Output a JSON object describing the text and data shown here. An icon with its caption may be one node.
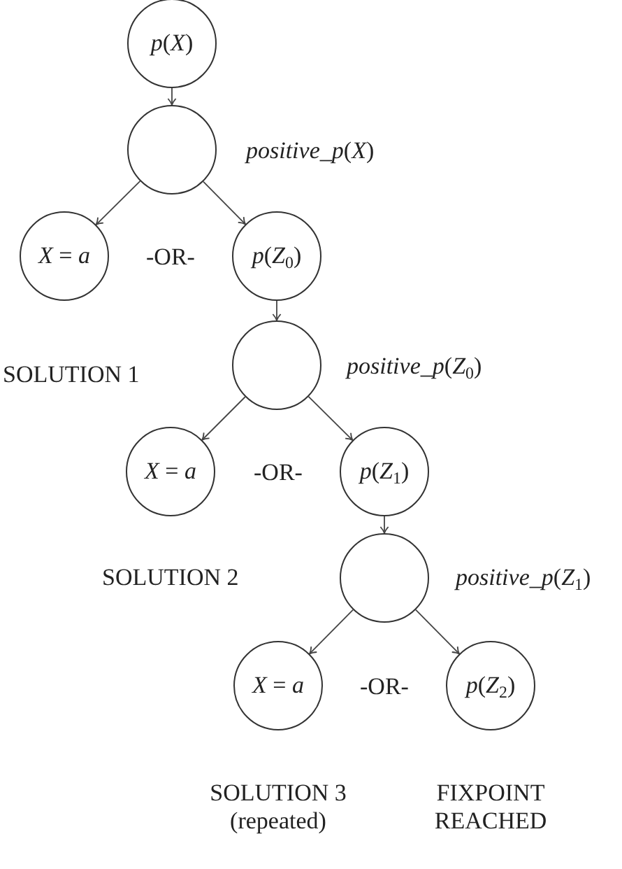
{
  "diagram": {
    "nodes": [
      {
        "text": [
          "*p*(*X*)"
        ]
      },
      {
        "text": [],
        "shape": "circle",
        "beside": [
          "*positive_p*(*X*)"
        ]
      },
      {
        "text": [
          "*X* = *a*"
        ],
        "beside": [
          "SOLUTION 1"
        ]
      },
      {
        "text": [
          "*p*(*Z*$_{0}$)"
        ]
      },
      {
        "text": [],
        "shape": "circle",
        "beside": [
          "*positive_p*(*Z*$_{0}$)"
        ]
      },
      {
        "text": [
          "*X* = *a*"
        ],
        "beside": [
          "SOLUTION 2"
        ]
      },
      {
        "text": [
          "*p*(*Z*$_{1}$)"
        ]
      },
      {
        "text": [],
        "shape": "circle",
        "beside": [
          "*positive_p*(*Z*$_{1}$)"
        ]
      },
      {
        "text": [
          "*X* = *a*"
        ],
        "beside": [
          "SOLUTION 3 (repeated)"
        ]
      },
      {
        "text": [
          "*p*(*Z*$_{2}$)"
        ],
        "beside": [
          "FIXPOINT REACHED"
        ]
      }
    ],
    "edges": [
      {
        "from": 0,
        "to": 1,
        "arrow": "to"
      },
      {
        "from": 1,
        "to": 2,
        "arrow": "to"
      },
      {
        "from": 1,
        "to": 3,
        "arrow": "to"
      },
      {
        "from": 3,
        "to": 4,
        "arrow": "to"
      },
      {
        "from": 4,
        "to": 5,
        "arrow": "to"
      },
      {
        "from": 4,
        "to": 6,
        "arrow": "to"
      },
      {
        "from": 6,
        "to": 7,
        "arrow": "to"
      },
      {
        "from": 7,
        "to": 8,
        "arrow": "to"
      },
      {
        "from": 7,
        "to": 9,
        "arrow": "to"
      }
    ],
    "labels": [
      "-OR-",
      "-OR-",
      "-OR-"
    ]
  }
}
